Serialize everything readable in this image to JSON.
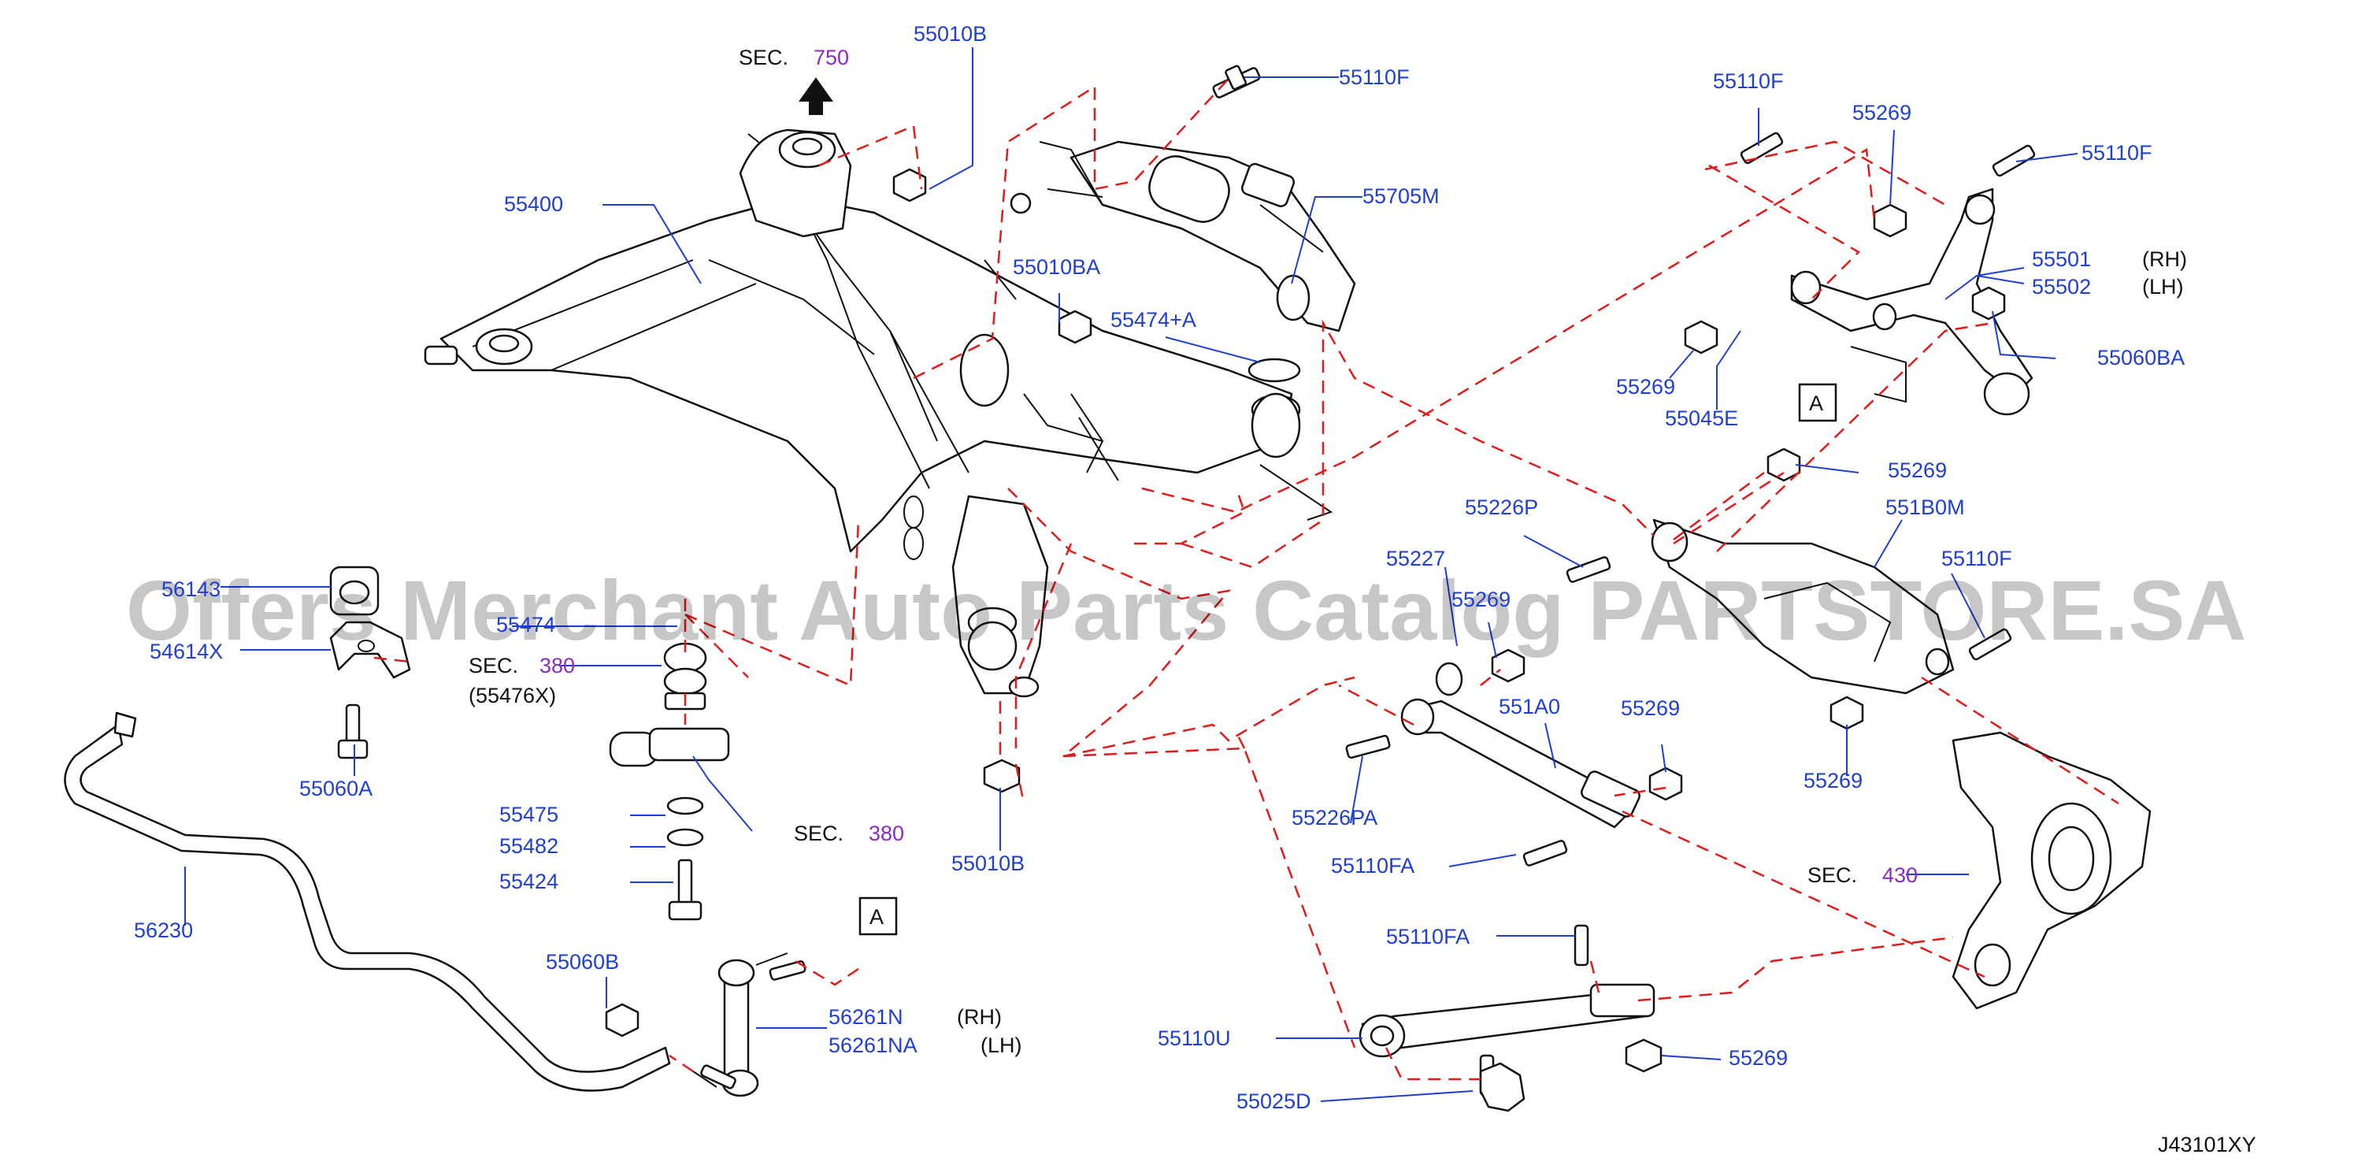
{
  "diagram_code": "J43101XY",
  "watermark": "Offers Merchant Auto Parts Catalog PARTSTORE.SA",
  "callouts": {
    "a_top": "A",
    "a_bottom": "A"
  },
  "sections": {
    "sec750": {
      "prefix": "SEC.",
      "num": "750"
    },
    "sec380a": {
      "prefix": "SEC.",
      "num": "380",
      "sub": "(55476X)"
    },
    "sec380b": {
      "prefix": "SEC.",
      "num": "380"
    },
    "sec430": {
      "prefix": "SEC.",
      "num": "430"
    }
  },
  "labels": {
    "p55010B_top": "55010B",
    "p55110F_top": "55110F",
    "p55400": "55400",
    "p55705M": "55705M",
    "p55010BA": "55010BA",
    "p55474A": "55474+A",
    "p55110F_r1": "55110F",
    "p55269_r1": "55269",
    "p55110F_r2": "55110F",
    "p55501": "55501",
    "p55501_side": "(RH)",
    "p55502": "55502",
    "p55502_side": "(LH)",
    "p55269_r2": "55269",
    "p55045E": "55045E",
    "p55060BA": "55060BA",
    "p55269_r3": "55269",
    "p55226P": "55226P",
    "p551B0M": "551B0M",
    "p55227": "55227",
    "p55269_r4": "55269",
    "p55110F_r3": "55110F",
    "p56143": "56143",
    "p54614X": "54614X",
    "p55474": "55474",
    "p55060A": "55060A",
    "p551A0": "551A0",
    "p55269_r5": "55269",
    "p55269_r6": "55269",
    "p55226PA": "55226PA",
    "p55475": "55475",
    "p55482": "55482",
    "p55424": "55424",
    "p55010B_bot": "55010B",
    "p55110FA_1": "55110FA",
    "p56230": "56230",
    "p55060B": "55060B",
    "p55110FA_2": "55110FA",
    "p56261N": "56261N",
    "p56261N_side": "(RH)",
    "p56261NA": "56261NA",
    "p56261NA_side": "(LH)",
    "p55110U": "55110U",
    "p55269_r7": "55269",
    "p55025D": "55025D"
  }
}
